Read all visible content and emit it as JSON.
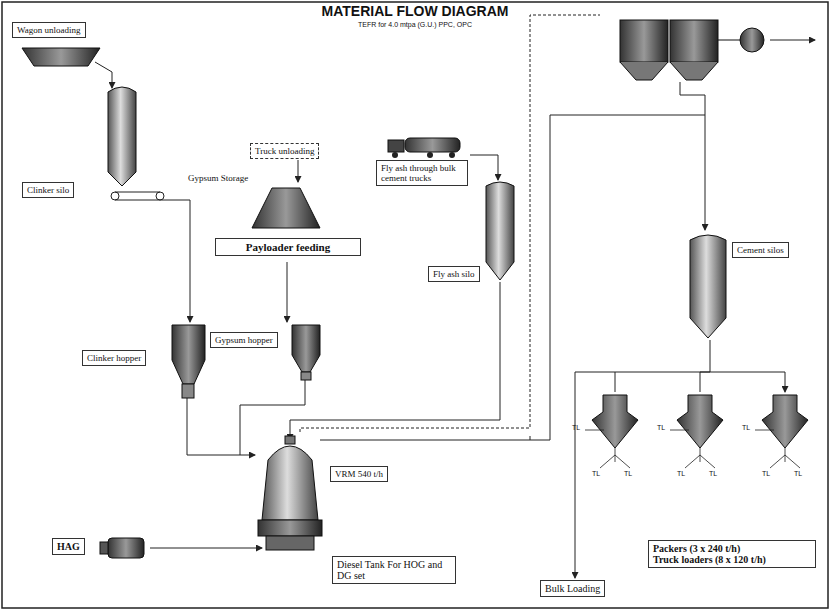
{
  "diagram": {
    "title": "MATERIAL FLOW DIAGRAM",
    "nodes": [
      {
        "text": [
          "Wagon unloading"
        ]
      },
      {
        "text": [
          "Clinker silo"
        ]
      },
      {
        "text": [
          "Truck unloading"
        ]
      },
      {
        "text": [
          "Gypsum Storage"
        ]
      },
      {
        "text": [
          "Payloader feeding"
        ]
      },
      {
        "text": [
          "Fly ash through bulk cement trucks"
        ]
      },
      {
        "text": [
          "Fly ash silo"
        ]
      },
      {
        "text": [
          "Cement silos"
        ]
      },
      {
        "text": [
          "Gypsum hopper"
        ]
      },
      {
        "text": [
          "Clinker hopper"
        ]
      },
      {
        "text": [
          "VRM 540 t/h"
        ]
      },
      {
        "text": [
          "HAG"
        ]
      },
      {
        "text": [
          "Diesel Tank For HOG and DG set"
        ]
      },
      {
        "text": [
          "Bulk Loading"
        ]
      },
      {
        "text": [
          "Packers (3 x 240 t/h)",
          "Truck loaders (8 x 120 t/h)"
        ]
      }
    ],
    "labels": [
      "TEFR for 4.0 mtpa (G.U.) PPC, OPC",
      "TL",
      "TL",
      "TL",
      "TL",
      "TL",
      "TL",
      "TL",
      "TL",
      "TL"
    ]
  }
}
